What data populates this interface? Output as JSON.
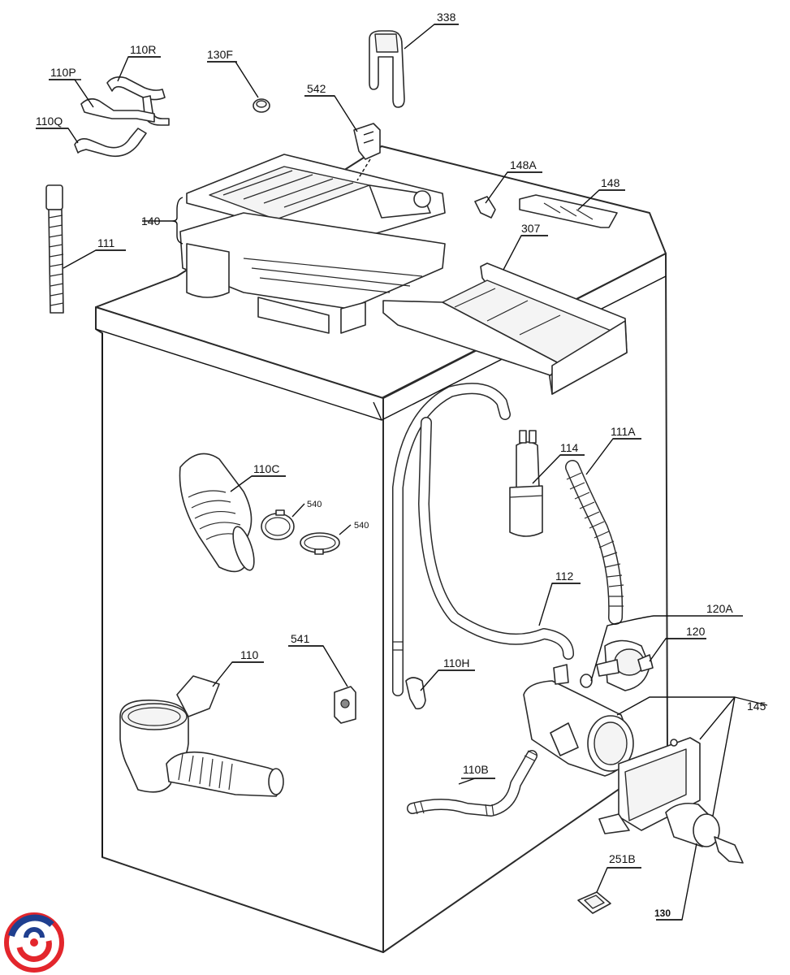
{
  "labels": {
    "p338": "338",
    "p110R": "110R",
    "p110P": "110P",
    "p130F": "130F",
    "p542": "542",
    "p110Q": "110Q",
    "p148A": "148A",
    "p148": "148",
    "p140": "140",
    "p307": "307",
    "p111": "111",
    "p111A": "111A",
    "p114": "114",
    "p110C": "110C",
    "p540a": "540",
    "p540b": "540",
    "p112": "112",
    "p120A": "120A",
    "p120": "120",
    "p541": "541",
    "p110": "110",
    "p110H": "110H",
    "p145": "145",
    "p110B": "110B",
    "p251B": "251B",
    "p130": "130"
  },
  "colors": {
    "logo_red": "#e3262c",
    "logo_blue": "#1f3f8f",
    "line": "#2a2a2a"
  },
  "icons": {
    "brand_logo": "swirl-logo-icon"
  }
}
